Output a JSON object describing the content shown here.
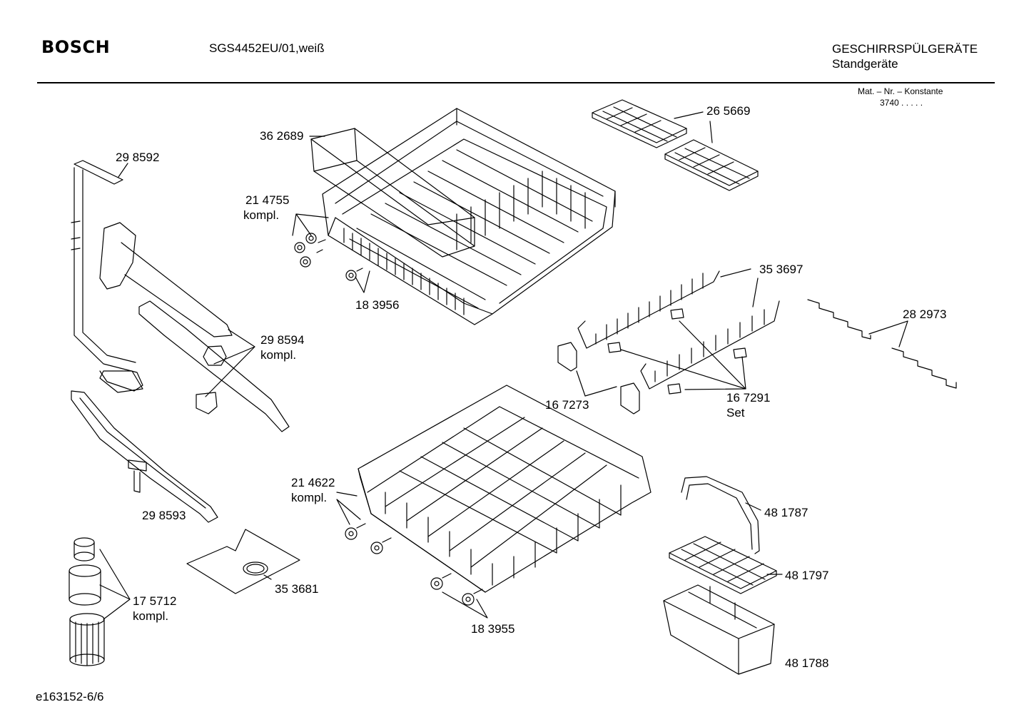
{
  "header": {
    "brand": "BOSCH",
    "model": "SGS4452EU/01,weiß",
    "category": "GESCHIRRSPÜLGERÄTE",
    "subcategory": "Standgeräte",
    "mat_nr_label": "Mat. – Nr. – Konstante",
    "mat_nr_value": "3740 .  .  .  .  ."
  },
  "parts": [
    {
      "number": "36 2689"
    },
    {
      "number": "21 4755",
      "note": "kompl."
    },
    {
      "number": "18 3956"
    },
    {
      "number": "26 5669"
    },
    {
      "number": "29 8592"
    },
    {
      "number": "35 3697"
    },
    {
      "number": "28 2973"
    },
    {
      "number": "29 8594",
      "note": "kompl."
    },
    {
      "number": "16 7273"
    },
    {
      "number": "16 7291",
      "note": "Set"
    },
    {
      "number": "29 8593"
    },
    {
      "number": "21 4622",
      "note": "kompl."
    },
    {
      "number": "48 1787"
    },
    {
      "number": "48 1797"
    },
    {
      "number": "35 3681"
    },
    {
      "number": "17 5712",
      "note": "kompl."
    },
    {
      "number": "18 3955"
    },
    {
      "number": "48 1788"
    }
  ],
  "footer": {
    "drawing_id": "e163152-6/6"
  }
}
